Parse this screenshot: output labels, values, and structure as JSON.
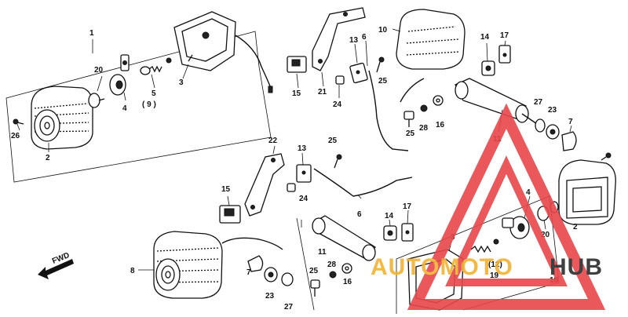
{
  "diagram": {
    "fwd_label": "FWD",
    "part_labels": [
      {
        "id": "p1",
        "text": "1"
      },
      {
        "id": "p2a",
        "text": "2"
      },
      {
        "id": "p2b",
        "text": "2"
      },
      {
        "id": "p3a",
        "text": "3"
      },
      {
        "id": "p3b",
        "text": "3"
      },
      {
        "id": "p4a",
        "text": "4"
      },
      {
        "id": "p4b",
        "text": "4"
      },
      {
        "id": "p5",
        "text": "5"
      },
      {
        "id": "p9a",
        "text": "( 9 )"
      },
      {
        "id": "p6a",
        "text": "6"
      },
      {
        "id": "p6b",
        "text": "6"
      },
      {
        "id": "p7a",
        "text": "7"
      },
      {
        "id": "p7b",
        "text": "7"
      },
      {
        "id": "p8",
        "text": "8"
      },
      {
        "id": "p10",
        "text": "10"
      },
      {
        "id": "p11a",
        "text": "11"
      },
      {
        "id": "p11b",
        "text": "11"
      },
      {
        "id": "p12",
        "text": "(12)"
      },
      {
        "id": "p13a",
        "text": "13"
      },
      {
        "id": "p13b",
        "text": "13"
      },
      {
        "id": "p14a",
        "text": "14"
      },
      {
        "id": "p14b",
        "text": "14"
      },
      {
        "id": "p15a",
        "text": "15"
      },
      {
        "id": "p15b",
        "text": "15"
      },
      {
        "id": "p16a",
        "text": "16"
      },
      {
        "id": "p16b",
        "text": "16"
      },
      {
        "id": "p17a",
        "text": "17"
      },
      {
        "id": "p17b",
        "text": "17"
      },
      {
        "id": "p18",
        "text": "18"
      },
      {
        "id": "p19",
        "text": "19"
      },
      {
        "id": "p20a",
        "text": "20"
      },
      {
        "id": "p20b",
        "text": "20"
      },
      {
        "id": "p21",
        "text": "21"
      },
      {
        "id": "p22",
        "text": "22"
      },
      {
        "id": "p23a",
        "text": "23"
      },
      {
        "id": "p23b",
        "text": "23"
      },
      {
        "id": "p24a",
        "text": "24"
      },
      {
        "id": "p24b",
        "text": "24"
      },
      {
        "id": "p25a",
        "text": "25"
      },
      {
        "id": "p25b",
        "text": "25"
      },
      {
        "id": "p25c",
        "text": "25"
      },
      {
        "id": "p25d",
        "text": "25"
      },
      {
        "id": "p26",
        "text": "26"
      },
      {
        "id": "p27a",
        "text": "27"
      },
      {
        "id": "p27b",
        "text": "27"
      },
      {
        "id": "p28a",
        "text": "28"
      },
      {
        "id": "p28b",
        "text": "28"
      }
    ]
  },
  "watermark": {
    "text_left": "AUTOMOTO",
    "text_right": "HUB",
    "color_triangle": "#e8474b",
    "color_text_left": "#f2b233",
    "color_text_right": "#2b2b2b"
  }
}
